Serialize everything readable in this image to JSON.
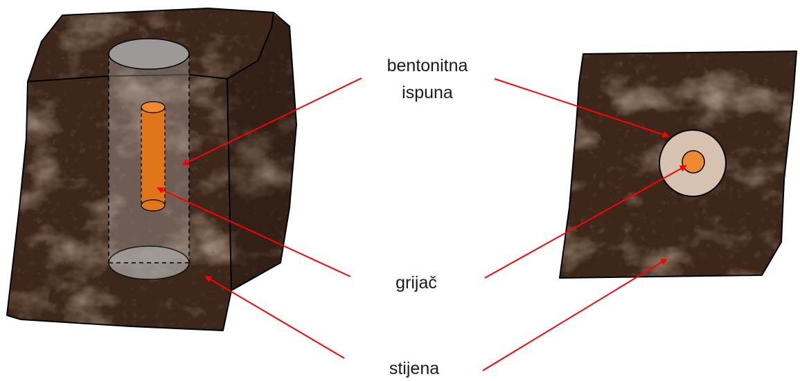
{
  "labels": {
    "filling_line1": "bentonitna",
    "filling_line2": "ispuna",
    "heater": "grijač",
    "rock": "stijena"
  },
  "colors": {
    "rock_base": "#3d271b",
    "rock_light": "#6b4b35",
    "rock_vein": "#a07c5d",
    "heater": "#e0761a",
    "heater_top": "#f08a30",
    "cylinder_cap": "#9c9a98",
    "bentonite_disc": "#d7c2b0",
    "arrow": "#ff0000",
    "outline": "#000000"
  }
}
